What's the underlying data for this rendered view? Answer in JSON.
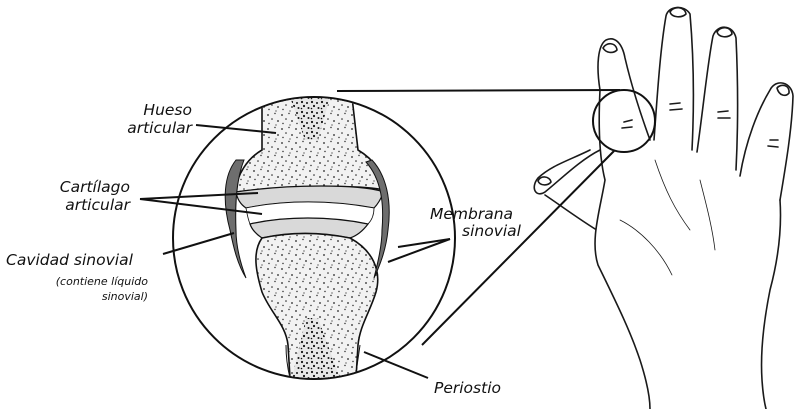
{
  "labels": {
    "hueso_line1": "Hueso",
    "hueso_line2": "articular",
    "cartilago_line1": "Cartílago",
    "cartilago_line2": "articular",
    "cavidad_line1": "Cavidad sinovial",
    "cavidad_sub1": "(contiene líquido",
    "cavidad_sub2": "sinovial)",
    "membrana_line1": "Membrana",
    "membrana_line2": "sinovial",
    "periostio": "Periostio"
  },
  "colors": {
    "ink": "#111111",
    "bone_fill": "#f2f2f2",
    "cartilage_fill": "#d9d9d9",
    "membrane_fill": "#6e6e6e",
    "background": "#ffffff"
  },
  "icons": {
    "hand": "hand-illustration-icon",
    "joint": "synovial-joint-cross-section-icon",
    "magnifier": "magnifier-circle-icon"
  }
}
